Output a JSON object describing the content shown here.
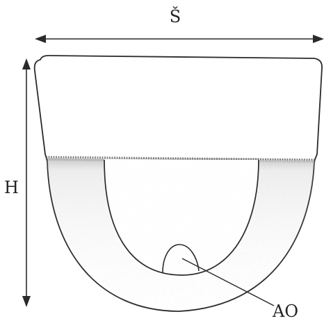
{
  "labels": {
    "width": "Š",
    "height": "H",
    "opening": "AO"
  },
  "colors": {
    "line": "#2a2a2a",
    "stipple": "#8a8a8a",
    "background": "#ffffff"
  }
}
